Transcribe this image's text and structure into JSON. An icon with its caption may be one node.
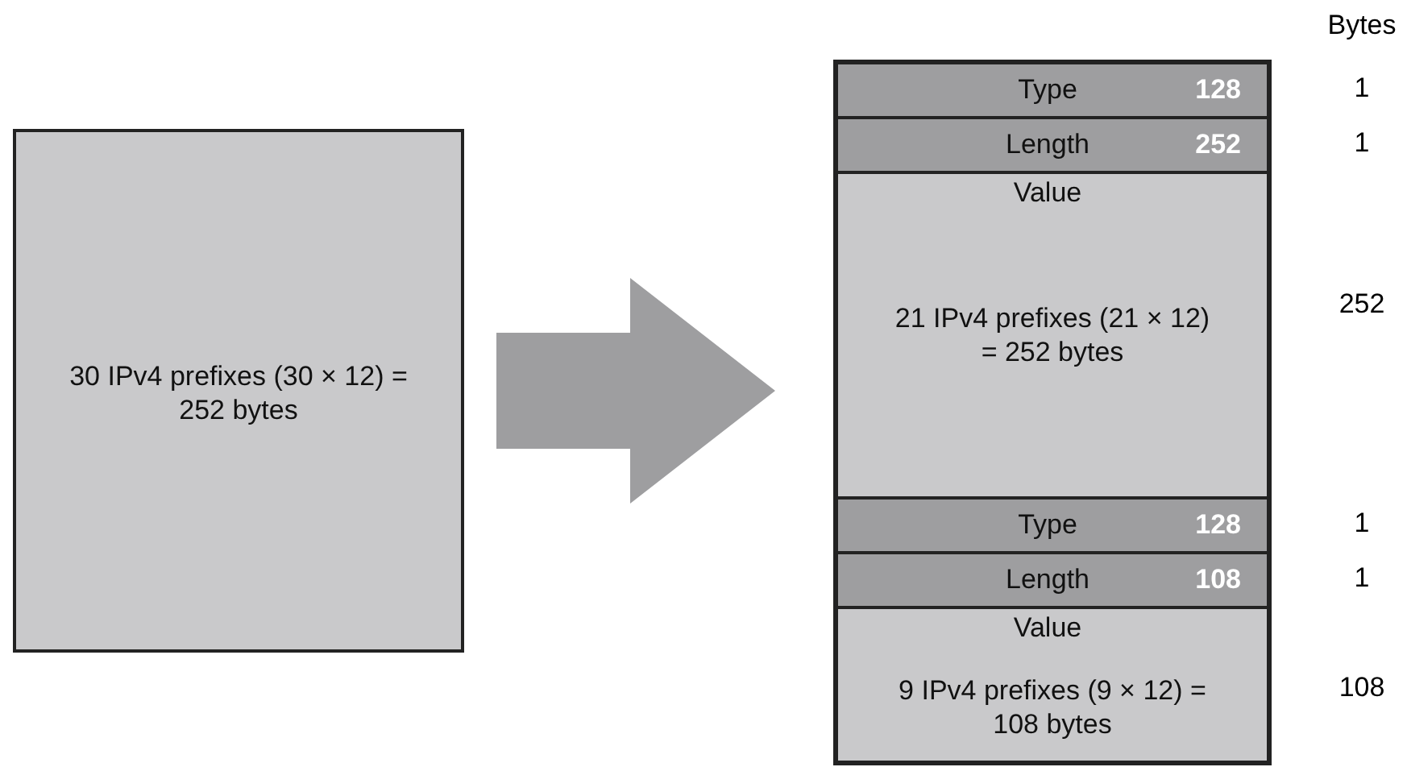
{
  "diagram": {
    "nodes": [
      {
        "text": [
          "30 IPv4 prefixes (30 × 12) = 252 bytes"
        ]
      },
      {
        "text": [],
        "shape": "box"
      },
      {
        "text": [
          "Type",
          "128"
        ],
        "in": 1,
        "beside": [
          "1"
        ]
      },
      {
        "text": [
          "Length",
          "252"
        ],
        "in": 1,
        "beside": [
          "1"
        ]
      },
      {
        "text": [
          "Value",
          "21 IPv4 prefixes (21 × 12) = 252 bytes"
        ],
        "in": 1,
        "beside": [
          "252"
        ]
      },
      {
        "text": [
          "Type",
          "128"
        ],
        "in": 1,
        "beside": [
          "1"
        ]
      },
      {
        "text": [
          "Length",
          "108"
        ],
        "in": 1,
        "beside": [
          "1"
        ]
      },
      {
        "text": [
          "Value",
          "9 IPv4 prefixes (9 × 12) = 108 bytes"
        ],
        "in": 1,
        "beside": [
          "108"
        ]
      }
    ],
    "edges": [
      {
        "from": 0,
        "to": 1,
        "arrow": "to",
        "style": "thick"
      }
    ],
    "labels": [
      "Bytes"
    ]
  }
}
